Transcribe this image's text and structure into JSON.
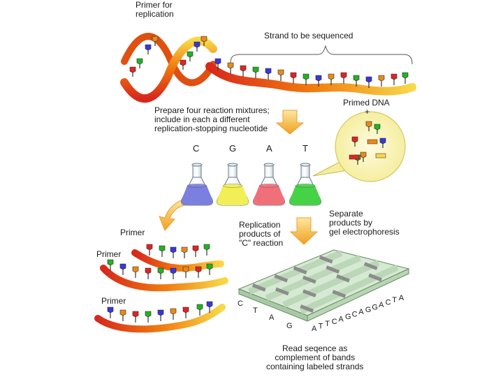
{
  "labels": {
    "primer_for_replication": "Primer for\nreplication",
    "strand_to_be_sequenced": "Strand to be sequenced",
    "prepare_mixtures": "Prepare four reaction mixtures;\ninclude in each a different\nreplication-stopping nucleotide",
    "primed_dna": "Primed DNA",
    "plus": "+",
    "separate_products": "Separate\nproducts by\ngel electrophoresis",
    "replication_products": "Replication\nproducts of\n\"C\" reaction",
    "primer_1": "Primer",
    "primer_2": "Primer",
    "primer_3": "Primer",
    "read_sequence": "Read seqence as\ncomplement of bands\ncontaining labeled strands"
  },
  "reagents": [
    "C",
    "G",
    "A",
    "T"
  ],
  "lanes": [
    "C",
    "T",
    "A",
    "G"
  ],
  "sequence": [
    "A",
    "T",
    "T",
    "C",
    "A",
    "G",
    "C",
    "A",
    "G",
    "G",
    "A",
    "C",
    "T",
    "A"
  ],
  "colors": {
    "flask_c": "#7b7fe0",
    "flask_g": "#f2ee55",
    "flask_a": "#f0707a",
    "flask_t": "#46d246",
    "strand_orange": "#f07a10",
    "strand_yellow": "#f8d848",
    "strand_red": "#d8281c",
    "nuc_red": "#e02424",
    "nuc_green": "#22b322",
    "nuc_blue": "#3838d8",
    "nuc_orange": "#e88a1a",
    "gel": "#cfe6cc",
    "band": "#8c8c8c"
  }
}
